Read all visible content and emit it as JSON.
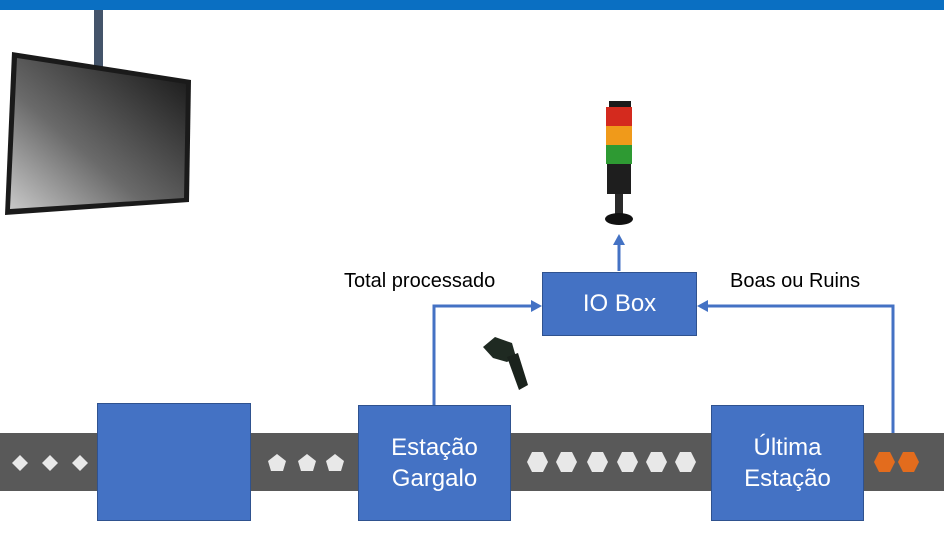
{
  "colors": {
    "top_bar": "#0a6fc2",
    "box_fill": "#4472c4",
    "box_border": "#2f528f",
    "arrow": "#4472c4",
    "belt": "#595959",
    "item_white": "#e8e8e8",
    "item_bad": "#e36c1d"
  },
  "icons": {
    "monitor": "wall-monitor-icon",
    "tower_light": "signal-tower-light-icon",
    "scanner": "barcode-scanner-icon"
  },
  "boxes": {
    "first_station": "",
    "bottleneck": "Estação\nGargalo",
    "last_station": "Última\nEstação",
    "io_box": "IO Box"
  },
  "labels": {
    "total": "Total processado",
    "good_bad": "Boas ou Ruins"
  }
}
